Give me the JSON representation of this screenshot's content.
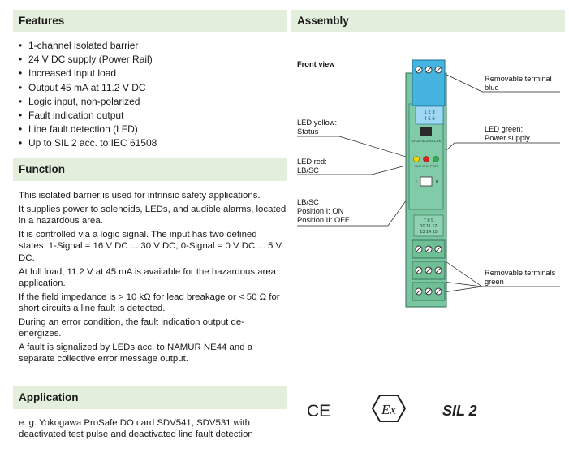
{
  "features": {
    "title": "Features",
    "items": [
      "1-channel isolated barrier",
      "24 V DC supply (Power Rail)",
      "Increased input load",
      "Output 45 mA at 11.2 V DC",
      "Logic input, non-polarized",
      "Fault indication output",
      "Line fault detection (LFD)",
      "Up to SIL 2 acc. to IEC 61508"
    ]
  },
  "function": {
    "title": "Function",
    "paragraphs": [
      "This isolated barrier is used for intrinsic safety applications.",
      "It supplies power to solenoids, LEDs, and audible alarms, located in a hazardous area.",
      "It is controlled via a logic signal. The input has two defined states: 1-Signal = 16 V DC ... 30 V DC, 0-Signal = 0 V DC ... 5 V DC.",
      "At full load, 11.2 V at 45 mA is available for the hazardous area application.",
      "If the field impedance is > 10 kΩ for lead breakage or < 50 Ω for short circuits a line fault is detected.",
      "During an error condition, the fault indication output de-energizes.",
      "A fault is signalized by LEDs acc. to NAMUR NE44 and a separate collective error message output."
    ]
  },
  "application": {
    "title": "Application",
    "text": "e. g. Yokogawa ProSafe DO card SDV541, SDV531 with deactivated test pulse and deactivated line fault detection"
  },
  "assembly": {
    "title": "Assembly",
    "front_view": "Front view",
    "labels": {
      "terminal_blue_1": "Removable terminal",
      "terminal_blue_2": "blue",
      "led_yellow_1": "LED yellow:",
      "led_yellow_2": "Status",
      "led_green_1": "LED green:",
      "led_green_2": "Power supply",
      "led_red_1": "LED red:",
      "led_red_2": "LB/SC",
      "lbsc_1": "LB/SC",
      "lbsc_2": "Position I: ON",
      "lbsc_3": "Position II: OFF",
      "terminals_green_1": "Removable terminals",
      "terminals_green_2": "green"
    },
    "device": {
      "terminal_numbers_top": [
        "1 2 3",
        "4 5 6"
      ],
      "terminal_numbers_bottom": [
        "7 8 9",
        "10 11 12",
        "13 14 15"
      ],
      "led_labels": "OUT CHK PWR",
      "model_text": "KFD2-SL2-Ex1.LK",
      "switch_marks": [
        "I",
        "II"
      ]
    }
  },
  "marks": {
    "ce": "CE",
    "ex": "Ex",
    "sil": "SIL 2"
  },
  "colors": {
    "section_bg": "#e3eedc",
    "device_body": "#7ac6a0",
    "terminal_blue": "#46b4e0",
    "led_yellow": "#f5d800",
    "led_red": "#e02020",
    "led_green": "#2fae4a"
  }
}
